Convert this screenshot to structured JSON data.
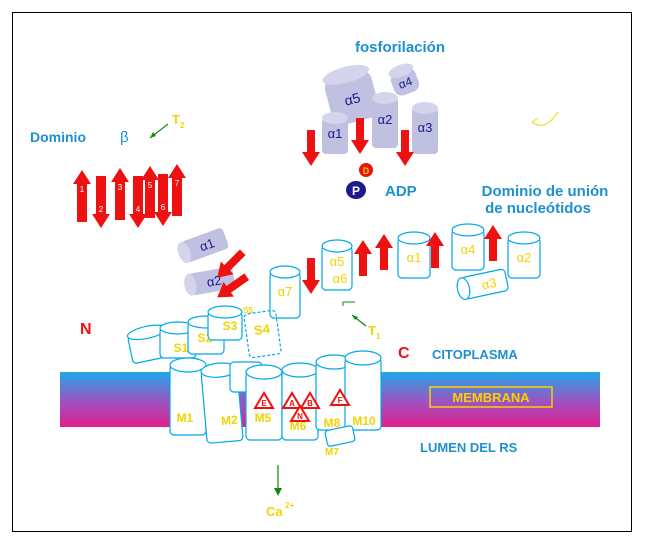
{
  "labels": {
    "fosforilacion": "fosforilación",
    "dominio_beta": "Dominio",
    "beta_symbol": "β",
    "t2": "T",
    "t2_sub": "2",
    "t1": "T",
    "t1_sub": "1",
    "adp": "ADP",
    "p": "P",
    "d": "D",
    "dominio_union_1": "Dominio de unión",
    "dominio_union_2": "de nucleótidos",
    "n": "N",
    "c": "C",
    "citoplasma": "CITOPLASMA",
    "membrana": "MEMBRANA",
    "lumen": "LUMEN DEL RS",
    "ca": "Ca",
    "ca_sup": "2+"
  },
  "phospho_helices": [
    "α5",
    "α4",
    "α1",
    "α2",
    "α3"
  ],
  "nucleotide_helices": [
    "α5",
    "α6",
    "α1",
    "α4",
    "α2",
    "α3"
  ],
  "actuator_helices": [
    "α1",
    "α2",
    "α7"
  ],
  "beta_strands": [
    "1",
    "2",
    "3",
    "4",
    "5",
    "6",
    "7"
  ],
  "stalk_segments": [
    "S1",
    "S2",
    "S3",
    "S4",
    "S5"
  ],
  "membrane_helices": [
    "M1",
    "M2",
    "M5",
    "M6",
    "M8",
    "M10",
    "M7"
  ],
  "triangle_labels": [
    "E",
    "A",
    "B",
    "N",
    "F"
  ],
  "colors": {
    "title_blue": "#1e90d0",
    "arrow_red": "#ee1111",
    "yellow": "#f2d400",
    "cyan": "#00a8e8",
    "lilac": "#c0c0e0",
    "navy": "#1a1a8c",
    "green": "#118811"
  }
}
